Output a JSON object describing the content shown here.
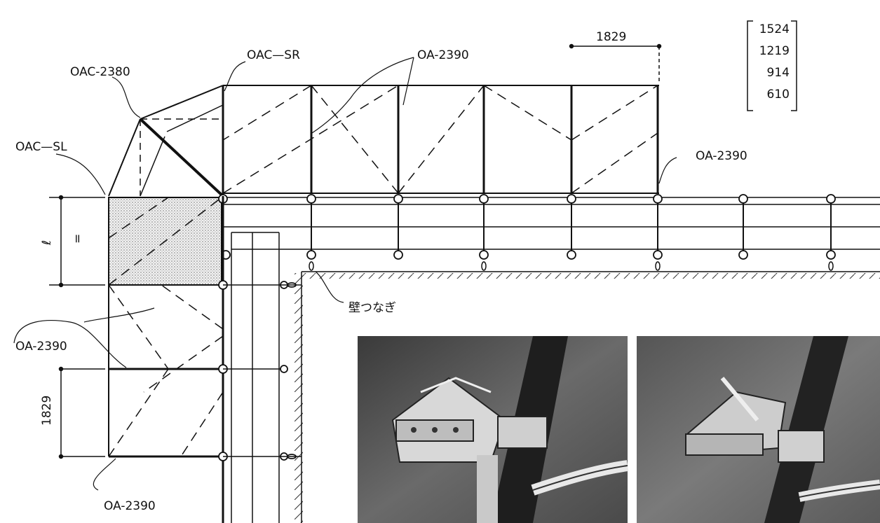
{
  "labels": {
    "oac_2380": "OAC-2380",
    "oac_sr": "OAC—SR",
    "oa_2390_top": "OA-2390",
    "oac_sl": "OAC—SL",
    "oa_2390_right": "OA-2390",
    "oa_2390_left": "OA-2390",
    "oa_2390_bottom": "OA-2390",
    "wall_tie": "壁つなぎ",
    "ell": "ℓ",
    "eq": "=",
    "dim_top": "1829",
    "dim_left": "1829"
  },
  "width_options": [
    "1524",
    "1219",
    "914",
    "610"
  ],
  "photos": [
    {
      "name": "bracket-photo-left"
    },
    {
      "name": "bracket-photo-right"
    }
  ]
}
